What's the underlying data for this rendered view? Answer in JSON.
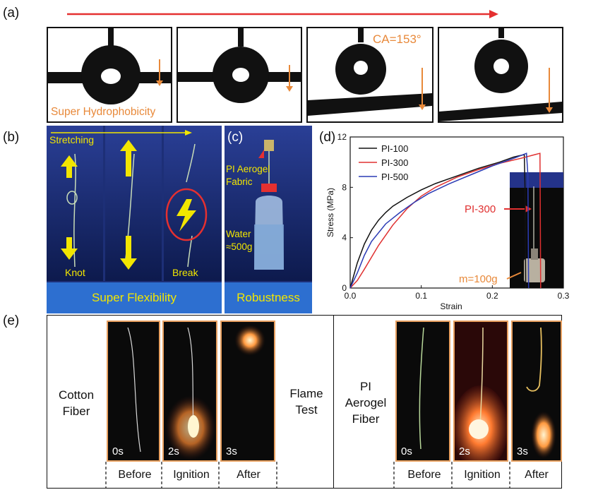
{
  "panel_a": {
    "label": "(a)",
    "hydrophobicity_text": "Super Hydrophobicity",
    "contact_angle_text": "CA=153°"
  },
  "panel_b": {
    "label": "(b)",
    "stretching_text": "Stretching",
    "knot_text": "Knot",
    "break_text": "Break",
    "flexibility_text": "Super Flexibility"
  },
  "panel_c": {
    "label": "(c)",
    "fabric_text_line1": "PI Aerogel",
    "fabric_text_line2": "Fabric",
    "water_text_line1": "Water",
    "water_text_line2": "≈500g",
    "robustness_text": "Robustness"
  },
  "panel_d": {
    "label": "(d)",
    "inset_pi300_text": "PI-300",
    "inset_mass_text": "m=100g"
  },
  "chart_data": {
    "type": "line",
    "xlabel": "Strain",
    "ylabel": "Stress (MPa)",
    "xlim": [
      0.0,
      0.3
    ],
    "ylim": [
      0,
      12
    ],
    "xticks": [
      "0.0",
      "0.1",
      "0.2",
      "0.3"
    ],
    "yticks": [
      "0",
      "4",
      "8",
      "12"
    ],
    "legend_position": "top-left",
    "series": [
      {
        "name": "PI-100",
        "color": "#111111",
        "x": [
          0,
          0.01,
          0.02,
          0.03,
          0.04,
          0.05,
          0.06,
          0.08,
          0.1,
          0.12,
          0.15,
          0.18,
          0.21,
          0.23,
          0.245,
          0.246,
          0.247
        ],
        "y": [
          0,
          2.0,
          3.5,
          4.6,
          5.4,
          6.0,
          6.5,
          7.2,
          7.8,
          8.3,
          8.9,
          9.5,
          10.0,
          10.4,
          10.6,
          8.0,
          0
        ]
      },
      {
        "name": "PI-300",
        "color": "#e03030",
        "x": [
          0,
          0.01,
          0.02,
          0.04,
          0.06,
          0.08,
          0.1,
          0.12,
          0.15,
          0.18,
          0.21,
          0.24,
          0.26,
          0.267,
          0.268
        ],
        "y": [
          0,
          0.6,
          1.5,
          3.4,
          5.0,
          6.3,
          7.3,
          8.0,
          8.8,
          9.4,
          9.9,
          10.3,
          10.6,
          10.7,
          0
        ]
      },
      {
        "name": "PI-500",
        "color": "#2b3bb5",
        "x": [
          0,
          0.01,
          0.02,
          0.03,
          0.05,
          0.07,
          0.09,
          0.11,
          0.14,
          0.17,
          0.2,
          0.23,
          0.248,
          0.25,
          0.251
        ],
        "y": [
          0,
          1.2,
          2.6,
          3.7,
          5.1,
          6.0,
          6.8,
          7.5,
          8.3,
          9.0,
          9.7,
          10.3,
          10.7,
          9.0,
          0
        ]
      }
    ]
  },
  "panel_e": {
    "label": "(e)",
    "cotton_line1": "Cotton",
    "cotton_line2": "Fiber",
    "flame_line1": "Flame",
    "flame_line2": "Test",
    "pi_line1": "PI",
    "pi_line2": "Aerogel",
    "pi_line3": "Fiber",
    "times": [
      "0s",
      "2s",
      "3s"
    ],
    "captions": [
      "Before",
      "Ignition",
      "After"
    ]
  }
}
